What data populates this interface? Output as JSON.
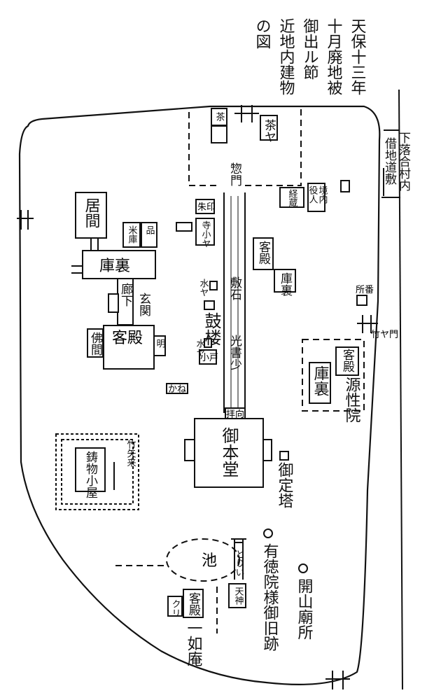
{
  "title": {
    "lines": [
      "天保十三年",
      "十月廃地被",
      "御出ル節",
      "近地内建物",
      "の図"
    ]
  },
  "buildings": {
    "ima": "居間",
    "kuri_main": "庫裏",
    "beiko": "米庫",
    "hin": "品",
    "ro_ka": "廊下",
    "genkan": "玄関",
    "kyakuden_main": "客殿",
    "butsuma": "佛間",
    "mei": "明",
    "kane_ya": "かね",
    "mizuya_1": "水ヤ",
    "shoro": "鼓楼",
    "mizuya_2": "水ヤ",
    "shoto": "小戸",
    "sekidou": "敷石",
    "komyo": "光書少",
    "somon": "惣門",
    "chaya_top": "茶ヤ",
    "cha_small": "茶",
    "shu": "朱印",
    "sandai": "寺小ヤ",
    "kyoubo": "経蔵",
    "keidai": "境内",
    "yakunin": "役人",
    "kyakuden_2": "客殿",
    "kuri_2": "庫裏",
    "garden_small": "所番",
    "ken_kuri": "庫裏",
    "ken_kyakuden": "客殿",
    "genshoin": "源性院",
    "haiden": "拝向",
    "gomokudo": "御本堂",
    "gojoto": "御定塔",
    "ike": "池",
    "tenjin": "天神",
    "kyakuden_ichinyo": "客殿",
    "ichinyoan": "一如庵",
    "kuri_3": "クリ",
    "chikusha": "鋳物小屋",
    "take": "竹矢来",
    "toriiban": "とりい",
    "yutokuin": "有徳院様御旧跡",
    "kaisan": "開山廟所",
    "shimo_ochiai": "下落合村内",
    "shakuchi": "借地道敷",
    "road_sign": "竹ヤ門"
  }
}
